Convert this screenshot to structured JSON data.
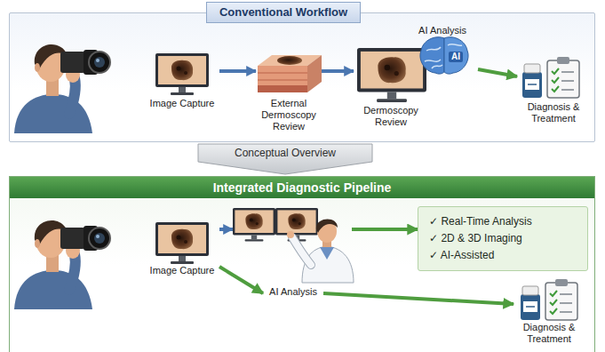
{
  "diagram": {
    "nodes": [
      {
        "text": [
          "Conventional Workflow"
        ]
      },
      {
        "text": [
          "Image Capture"
        ],
        "in": 0
      },
      {
        "text": [
          "External Dermoscopy Review"
        ],
        "in": 0
      },
      {
        "text": [
          "Dermoscopy Review"
        ],
        "in": 0
      },
      {
        "text": [
          "AI Analysis",
          "AI"
        ],
        "in": 0
      },
      {
        "text": [
          "Diagnosis & Treatment"
        ],
        "in": 0
      },
      {
        "text": [
          "Conceptual Overview"
        ]
      },
      {
        "text": [
          "Integrated Diagnostic Pipeline"
        ]
      },
      {
        "text": [
          "Image Capture"
        ],
        "in": 7
      },
      {
        "text": [
          "✓ Real-Time Analysis",
          "✓ 2D & 3D Imaging",
          "✓ AI-Assisted"
        ],
        "in": 7
      },
      {
        "text": [
          "AI Analysis"
        ],
        "in": 7
      },
      {
        "text": [
          "Diagnosis & Treatment"
        ],
        "in": 7
      }
    ],
    "edges": [
      {
        "from": 1,
        "to": 2,
        "arrow": "to"
      },
      {
        "from": 2,
        "to": 3,
        "arrow": "to"
      },
      {
        "from": 4,
        "to": 5,
        "arrow": "to"
      },
      {
        "from": 8,
        "to": 9,
        "arrow": "to"
      },
      {
        "from": 8,
        "to": 10,
        "arrow": "to"
      },
      {
        "from": 10,
        "to": 11,
        "arrow": "to"
      }
    ]
  }
}
